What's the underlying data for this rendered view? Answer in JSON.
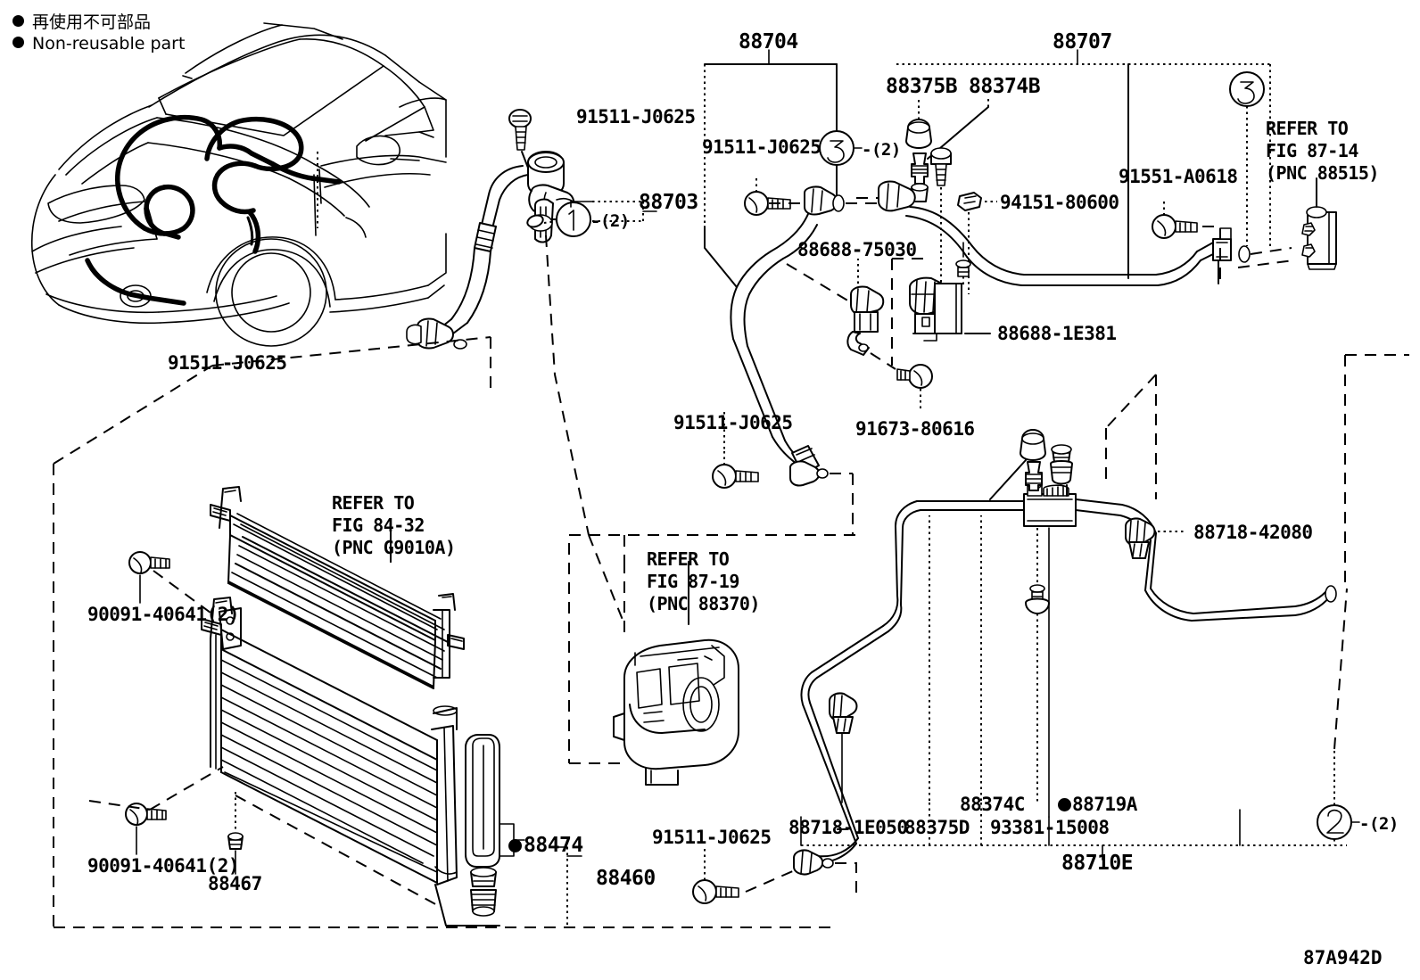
{
  "diagram": {
    "code": "87A942D",
    "title": "Toyota A/C Piping and Condenser Assembly Parts Diagram"
  },
  "legend": {
    "japanese": "再使用不可部品",
    "english": "Non-reusable part",
    "marker_icon": "filled-circle-bullet"
  },
  "labels": {
    "bolt_hose_upper": "91511-J0625",
    "part_88703": "88703",
    "callout_1": "1",
    "callout_1_qty": "-(2)",
    "bolt_left_lower": "91511-J0625",
    "part_88704": "88704",
    "bolt_88704": "91511-J0625",
    "callout_3_left": "3",
    "callout_3_left_qty": "-(2)",
    "part_88375B": "88375B",
    "part_88374B": "88374B",
    "part_94151": "94151-80600",
    "part_88707": "88707",
    "callout_3_right": "3",
    "bolt_91551": "91551-A0618",
    "part_88688_75030": "88688-75030",
    "part_88688_1E381": "88688-1E381",
    "bolt_91511_mid": "91511-J0625",
    "bolt_91673": "91673-80616",
    "part_88718_42080": "88718-42080",
    "part_88374C": "88374C",
    "part_88719A": "88719A",
    "part_88718_1E050": "88718-1E050",
    "part_88375D": "88375D",
    "part_93381_15008": "93381-15008",
    "part_88710E": "88710E",
    "callout_2": "2",
    "callout_2_qty": "-(2)",
    "bolt_90091_top": "90091-40641(2)",
    "bolt_90091_bottom": "90091-40641(2)",
    "part_88467": "88467",
    "part_88474": "88474",
    "part_88460": "88460",
    "bolt_91511_bottom": "91511-J0625"
  },
  "refer_blocks": {
    "condenser": {
      "line1": "REFER TO",
      "line2": "FIG 84-32",
      "line3": "(PNC G9010A)"
    },
    "compressor": {
      "line1": "REFER TO",
      "line2": "FIG 87-19",
      "line3": "(PNC 88370)"
    },
    "evaporator": {
      "line1": "REFER TO",
      "line2": "FIG 87-14",
      "line3": "(PNC 88515)"
    }
  },
  "colors": {
    "line": "#000000",
    "background": "#ffffff"
  }
}
